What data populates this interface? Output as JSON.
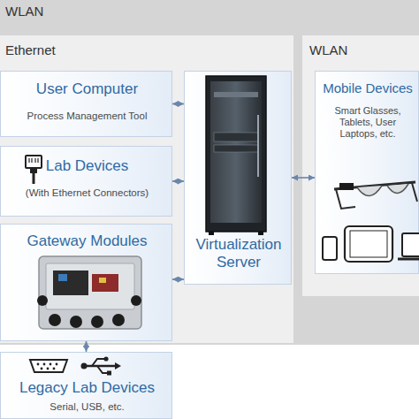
{
  "diagram": {
    "nodes": [
      {
        "text": [
          "WLAN"
        ]
      },
      {
        "text": [
          "Ethernet"
        ],
        "in": 0
      },
      {
        "text": [
          "User Computer",
          "Process Management Tool"
        ],
        "in": 1
      },
      {
        "text": [
          "Lab Devices",
          "(With Ethernet Connectors)"
        ],
        "in": 1
      },
      {
        "text": [
          "Gateway Modules"
        ],
        "in": 1
      },
      {
        "text": [
          "Virtualization Server"
        ],
        "in": 1
      },
      {
        "text": [
          "WLAN"
        ],
        "in": 0
      },
      {
        "text": [
          "Mobile Devices",
          "Smart Glasses, Tablets, User Laptops, etc."
        ],
        "in": 6
      },
      {
        "text": [
          "Legacy Lab Devices",
          "Serial, USB, etc."
        ]
      }
    ],
    "edges": [
      {
        "from": 2,
        "to": 5,
        "arrow": "both"
      },
      {
        "from": 3,
        "to": 5,
        "arrow": "both"
      },
      {
        "from": 4,
        "to": 5,
        "arrow": "both"
      },
      {
        "from": 5,
        "to": 7,
        "arrow": "both"
      },
      {
        "from": 4,
        "to": 8,
        "arrow": "both"
      }
    ]
  }
}
